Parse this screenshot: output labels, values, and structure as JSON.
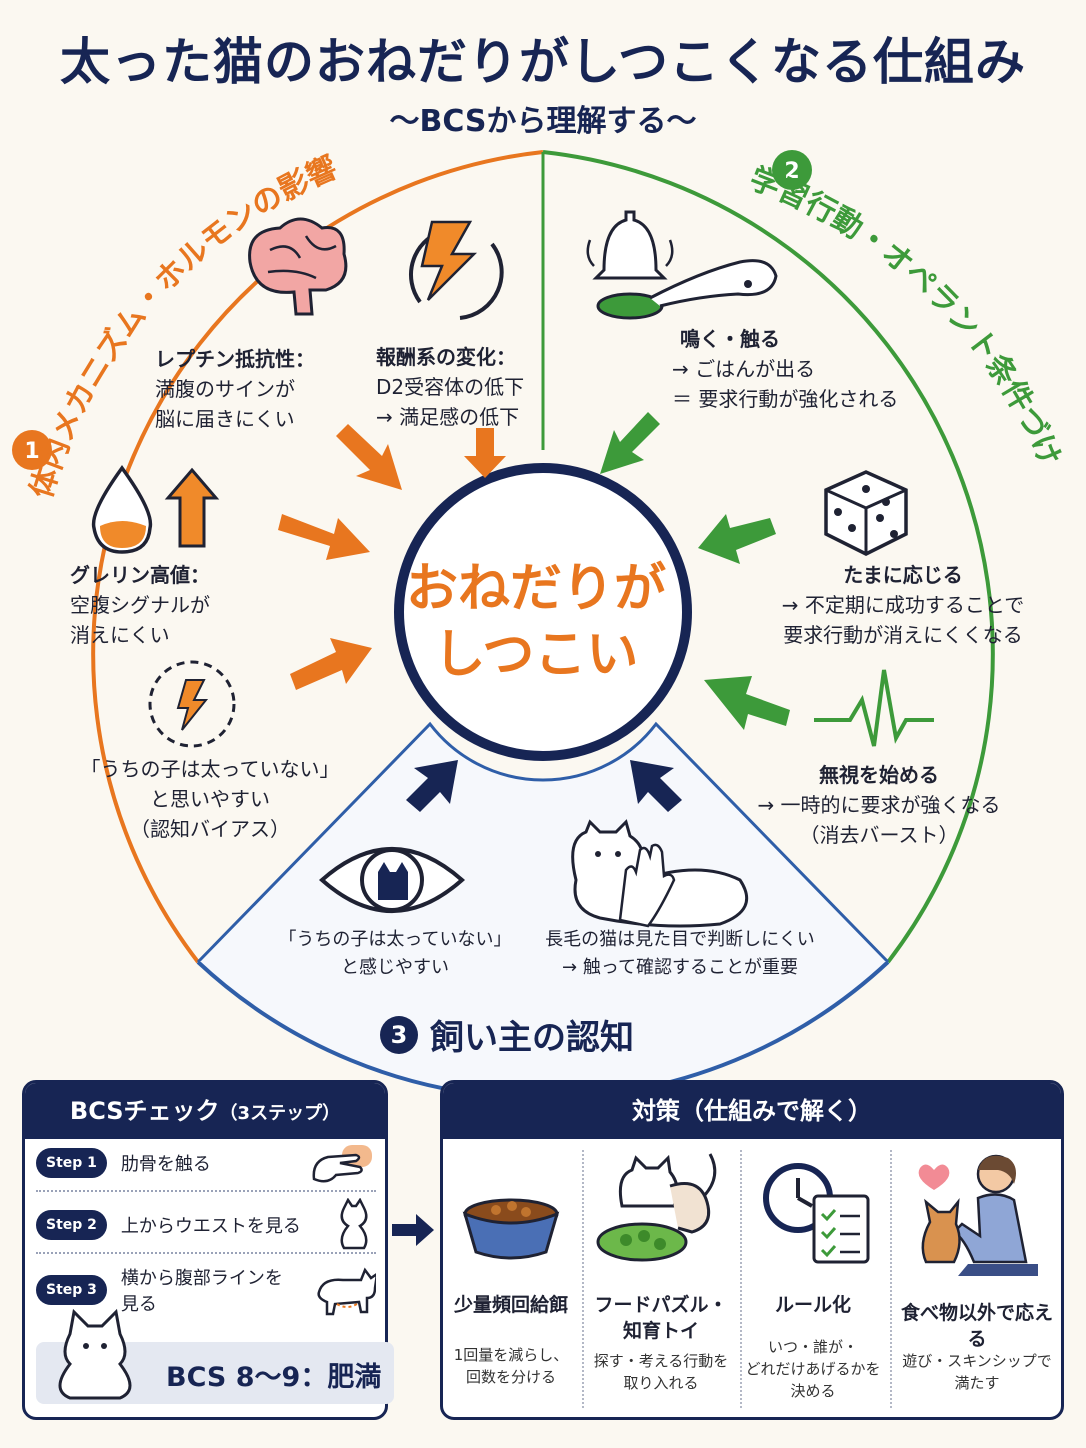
{
  "title": "太った猫のおねだりがしつこくなる仕組み",
  "subtitle": "〜BCSから理解する〜",
  "center": {
    "line1": "おねだりが",
    "line2": "しつこい"
  },
  "section1": {
    "number": "1",
    "title": "体内メカニズム・ホルモンの影響",
    "color": "#e8761f",
    "items": [
      {
        "title": "レプチン抵抗性：",
        "lines": [
          "満腹のサインが",
          "脳に届きにくい"
        ],
        "icon": "brain-icon"
      },
      {
        "title": "報酬系の変化：",
        "lines": [
          "D2受容体の低下",
          "→ 満足感の低下"
        ],
        "icon": "lightning-cycle-icon"
      },
      {
        "title": "グレリン高値：",
        "lines": [
          "空腹シグナルが",
          "消えにくい"
        ],
        "icon": "droplet-arrow-icon"
      },
      {
        "title": "",
        "lines": [
          "「うちの子は太っていない」",
          "と思いやすい",
          "（認知バイアス）"
        ],
        "icon": "dashed-lightning-icon"
      }
    ]
  },
  "section2": {
    "number": "2",
    "title": "学習行動・オペラント条件づけ",
    "color": "#3d9a3a",
    "items": [
      {
        "title": "鳴く・触る",
        "lines": [
          "→ ごはんが出る",
          "＝ 要求行動が強化される"
        ],
        "icon": "bell-button-icon"
      },
      {
        "title": "たまに応じる",
        "lines": [
          "→ 不定期に成功することで",
          "要求行動が消えにくくなる"
        ],
        "icon": "dice-icon"
      },
      {
        "title": "無視を始める",
        "lines": [
          "→ 一時的に要求が強くなる",
          "（消去バースト）"
        ],
        "icon": "pulse-icon"
      }
    ]
  },
  "section3": {
    "number": "3",
    "title": "飼い主の認知",
    "color": "#2f5ea8",
    "items": [
      {
        "lines": [
          "「うちの子は太っていない」",
          "と感じやすい"
        ],
        "icon": "eye-cat-icon"
      },
      {
        "lines": [
          "長毛の猫は見た目で判断しにくい",
          "→ 触って確認することが重要"
        ],
        "icon": "longhair-cat-icon"
      }
    ]
  },
  "bcs": {
    "title": "BCSチェック",
    "title_note": "（3ステップ）",
    "steps": [
      {
        "badge": "Step 1",
        "label": "肋骨を触る",
        "icon": "hand-touch-icon"
      },
      {
        "badge": "Step 2",
        "label": "上からウエストを見る",
        "icon": "cat-top-icon"
      },
      {
        "badge": "Step 3",
        "label": "横から腹部ラインを見る",
        "icon": "cat-side-icon"
      }
    ],
    "result": "BCS 8〜9：肥満"
  },
  "countermeasures": {
    "title": "対策",
    "title_note": "（仕組みで解く）",
    "items": [
      {
        "name": [
          "少量頻回給餌"
        ],
        "desc": [
          "1回量を減らし、",
          "回数を分ける"
        ],
        "icon": "food-bowl-icon"
      },
      {
        "name": [
          "フードパズル・",
          "知育トイ"
        ],
        "desc": [
          "探す・考える行動を",
          "取り入れる"
        ],
        "icon": "food-puzzle-icon"
      },
      {
        "name": [
          "ルール化"
        ],
        "desc": [
          "いつ・誰が・",
          "どれだけあげるかを",
          "決める"
        ],
        "icon": "clock-checklist-icon"
      },
      {
        "name": [
          "食べ物以外で応える"
        ],
        "desc": [
          "遊び・スキンシップで",
          "満たす"
        ],
        "icon": "owner-petting-icon"
      }
    ]
  }
}
